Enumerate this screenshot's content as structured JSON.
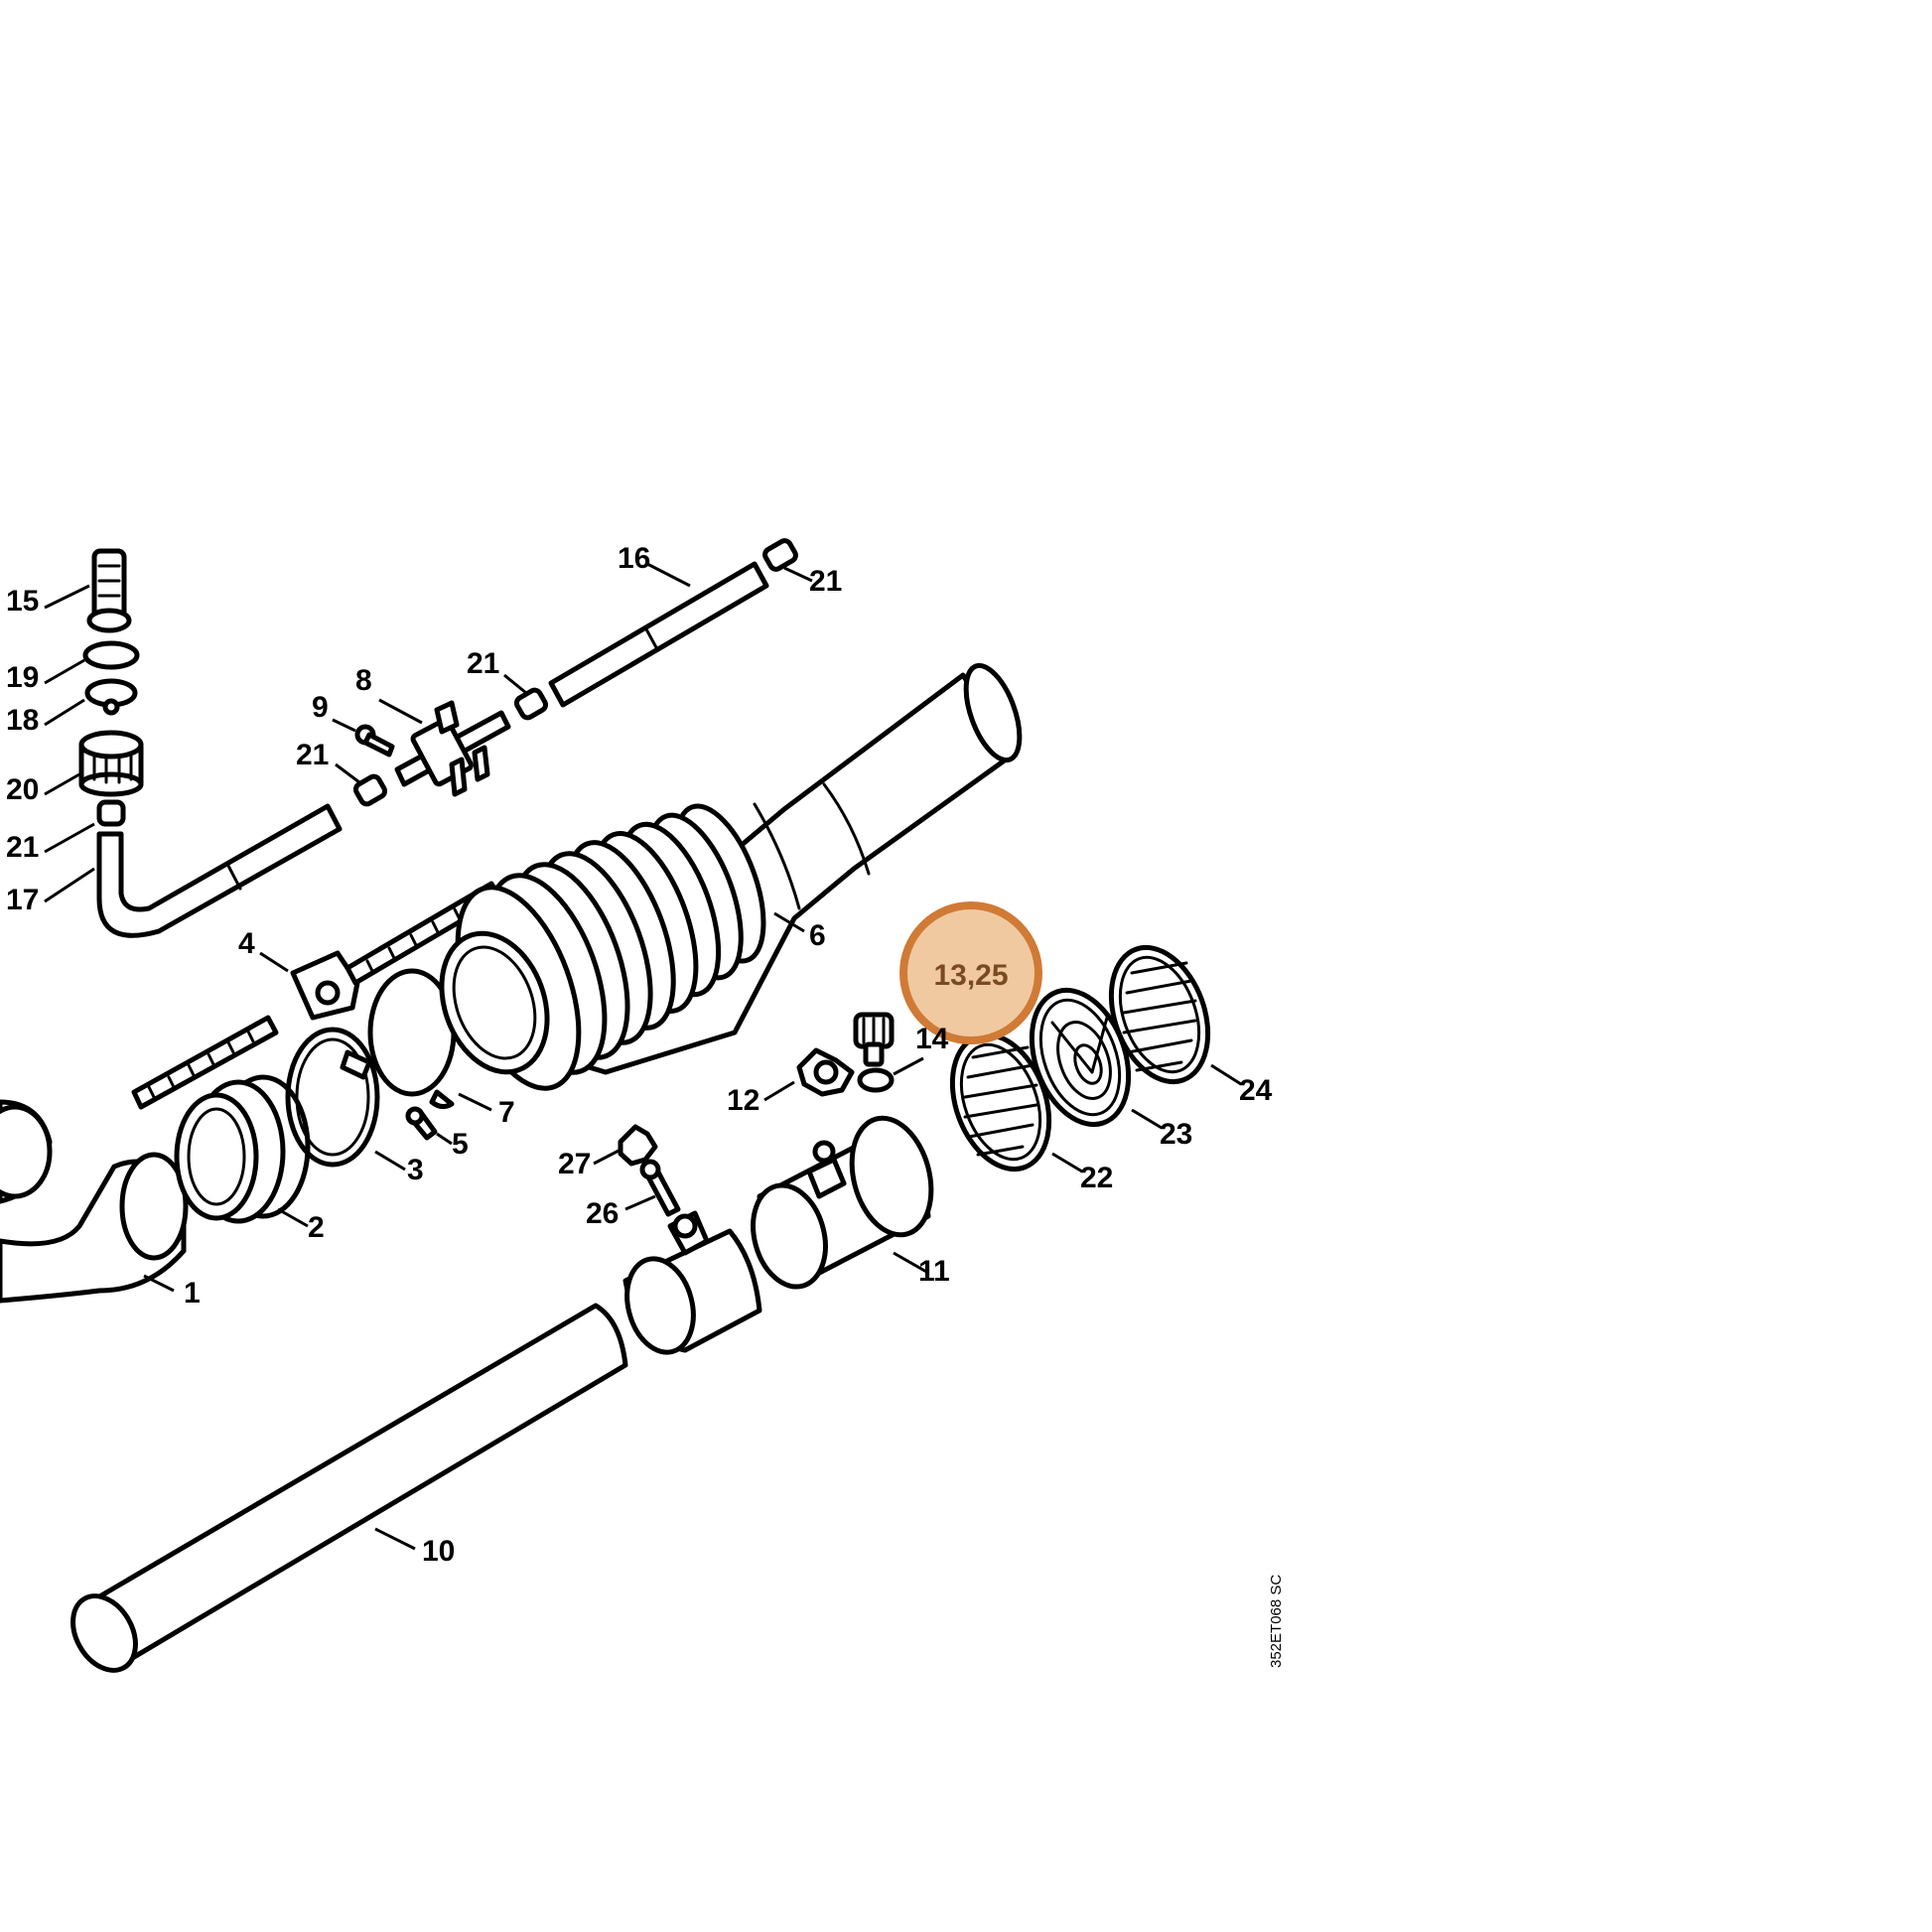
{
  "diagram": {
    "reference_code": "352ET068 SC",
    "highlight": {
      "label": "13,25",
      "fill_color": "#f0c9a0",
      "stroke_color": "#d07a35",
      "text_color": "#7a4a22"
    },
    "callouts": {
      "c1": "1",
      "c2": "2",
      "c3": "3",
      "c4": "4",
      "c5": "5",
      "c6": "6",
      "c7": "7",
      "c8": "8",
      "c9": "9",
      "c10": "10",
      "c11": "11",
      "c12": "12",
      "c14": "14",
      "c15": "15",
      "c16": "16",
      "c17": "17",
      "c18": "18",
      "c19": "19",
      "c20": "20",
      "c21a": "21",
      "c21b": "21",
      "c21c": "21",
      "c21d": "21",
      "c22": "22",
      "c23": "23",
      "c24": "24",
      "c26": "26",
      "c27": "27"
    }
  }
}
